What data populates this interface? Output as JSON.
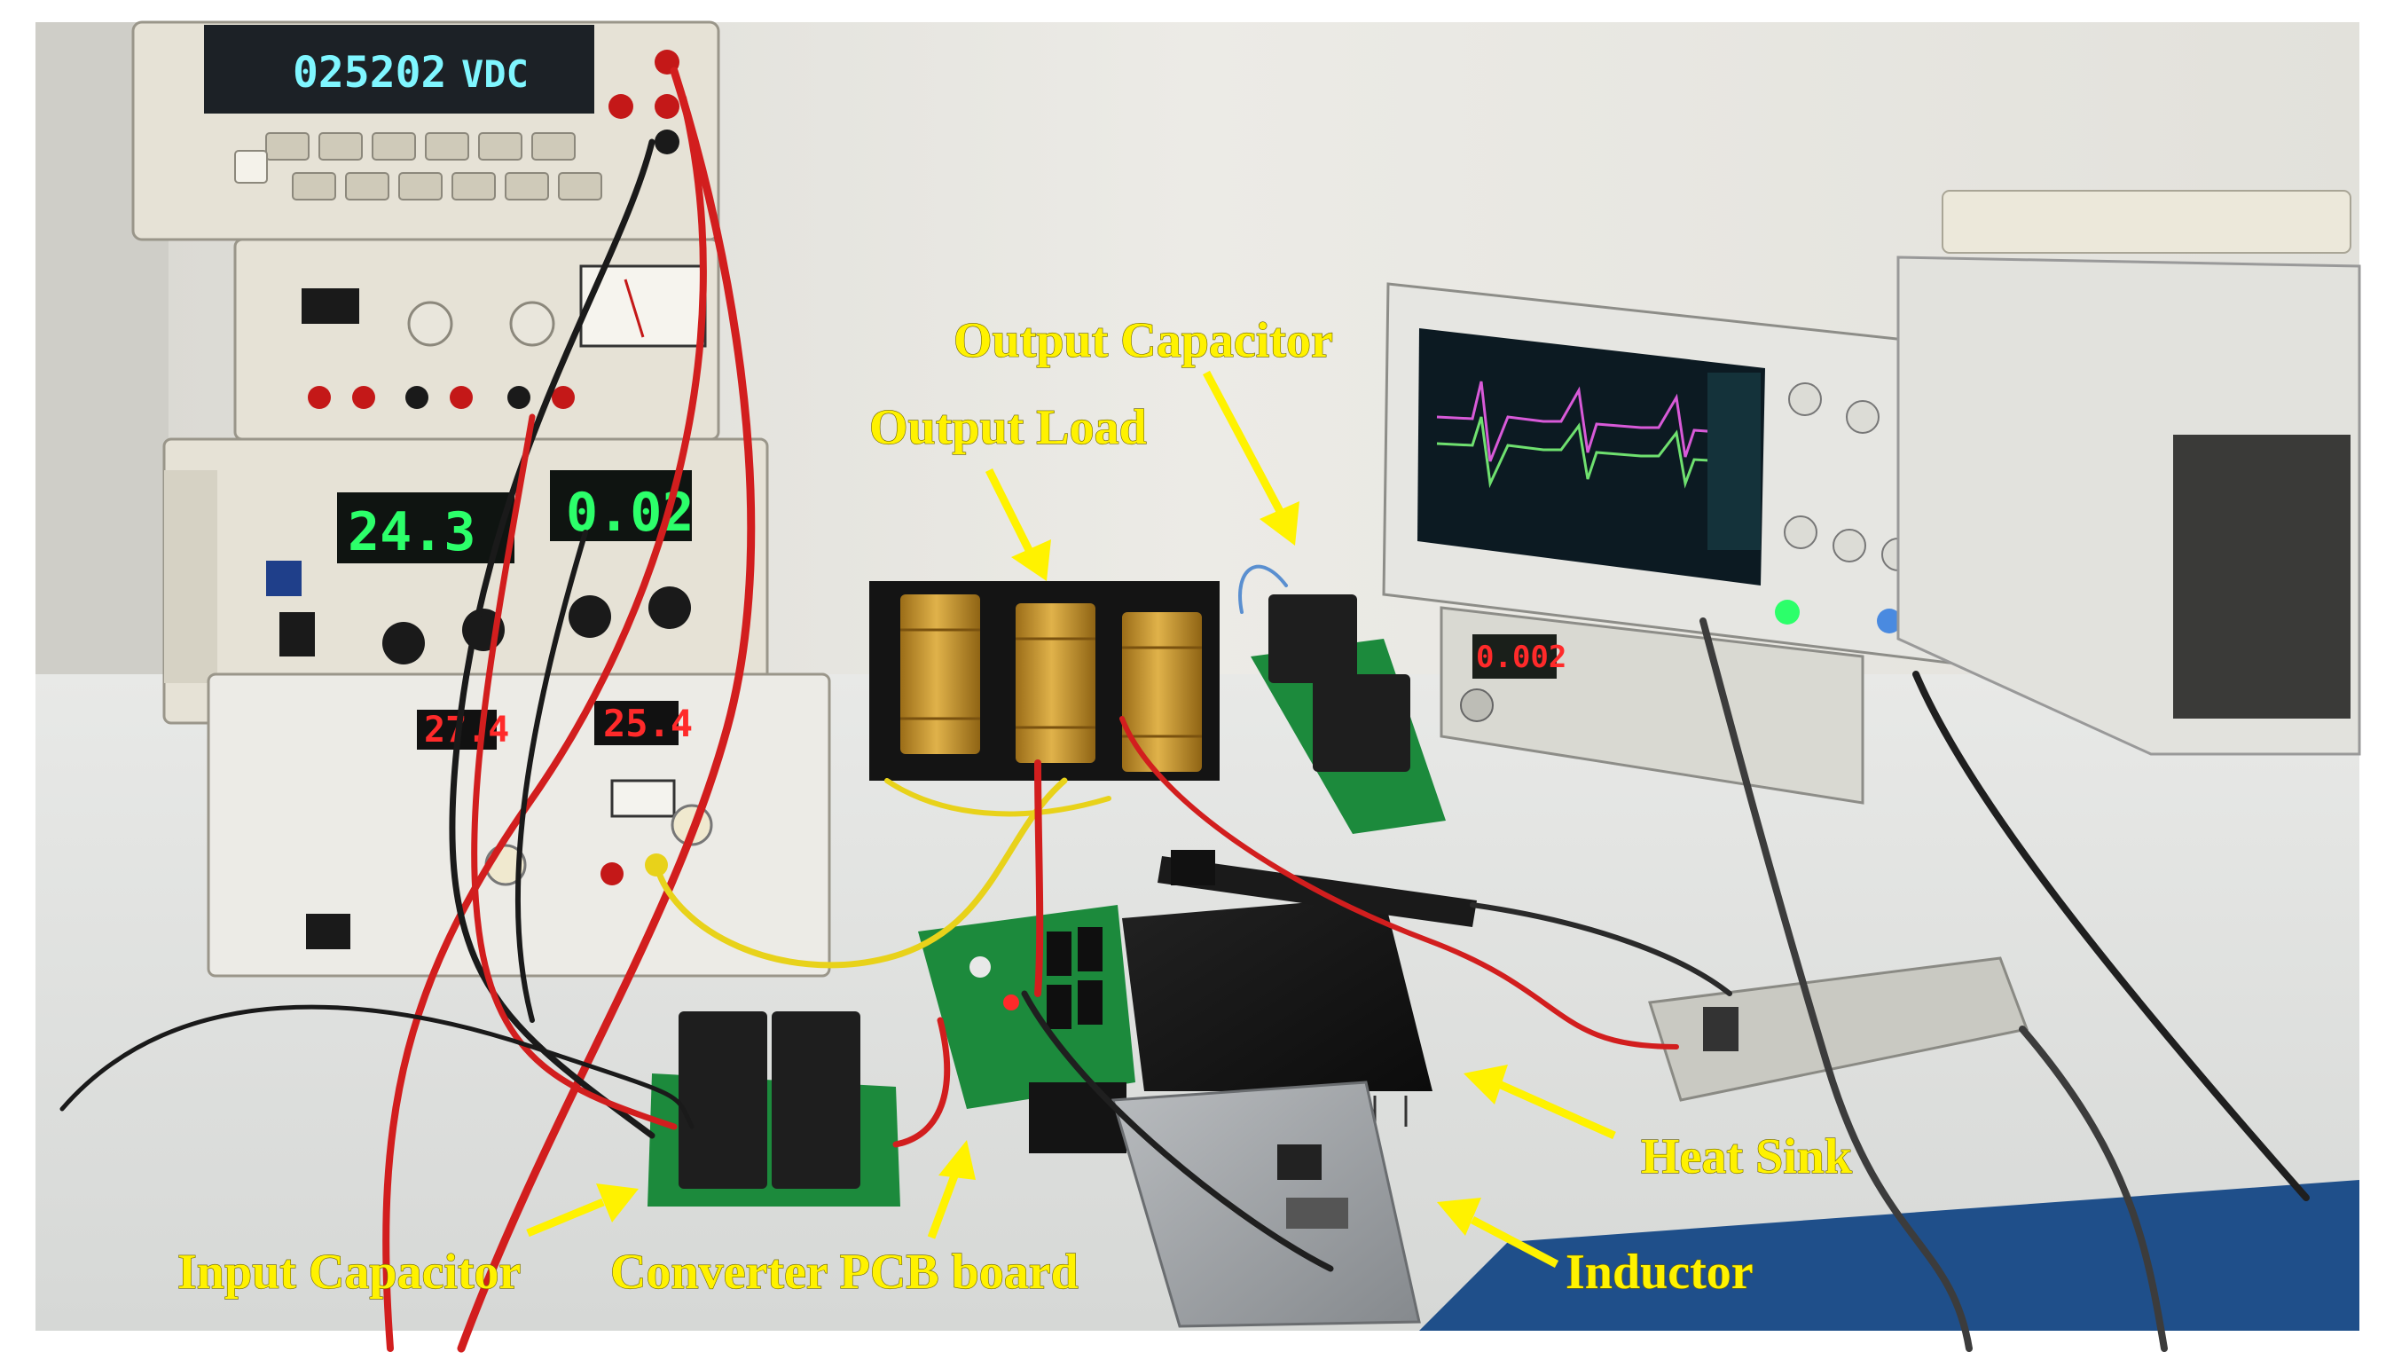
{
  "photo": {
    "colors": {
      "wall": "#e9e8e3",
      "bench": "#e4e6e4",
      "bench_trim": "#1f4f8a",
      "instrument_beige": "#e6e2d6",
      "pcb_green": "#1c8a3c",
      "resistor_gold": "#c9952c",
      "heat_sink": "#161616",
      "wire_red": "#d21e1e",
      "wire_black": "#1a1a1a",
      "wire_yellow": "#e8d21a",
      "annotation": "#fff200",
      "led_green": "#2cff6a",
      "led_red": "#ff2a2a",
      "vfd_cyan": "#7ff6ff"
    },
    "displays": {
      "multimeter_reading": "025202",
      "multimeter_unit": "VDC",
      "supply_voltage": "24.3",
      "supply_current": "0.02",
      "load_left": "27.4",
      "load_right": "25.4",
      "function_gen": "0.002"
    },
    "annotations": {
      "output_capacitor": "Output Capacitor",
      "output_load": "Output Load",
      "heat_sink": "Heat Sink",
      "input_capacitor": "Input Capacitor",
      "converter_pcb": "Converter PCB board",
      "inductor": "Inductor"
    }
  }
}
